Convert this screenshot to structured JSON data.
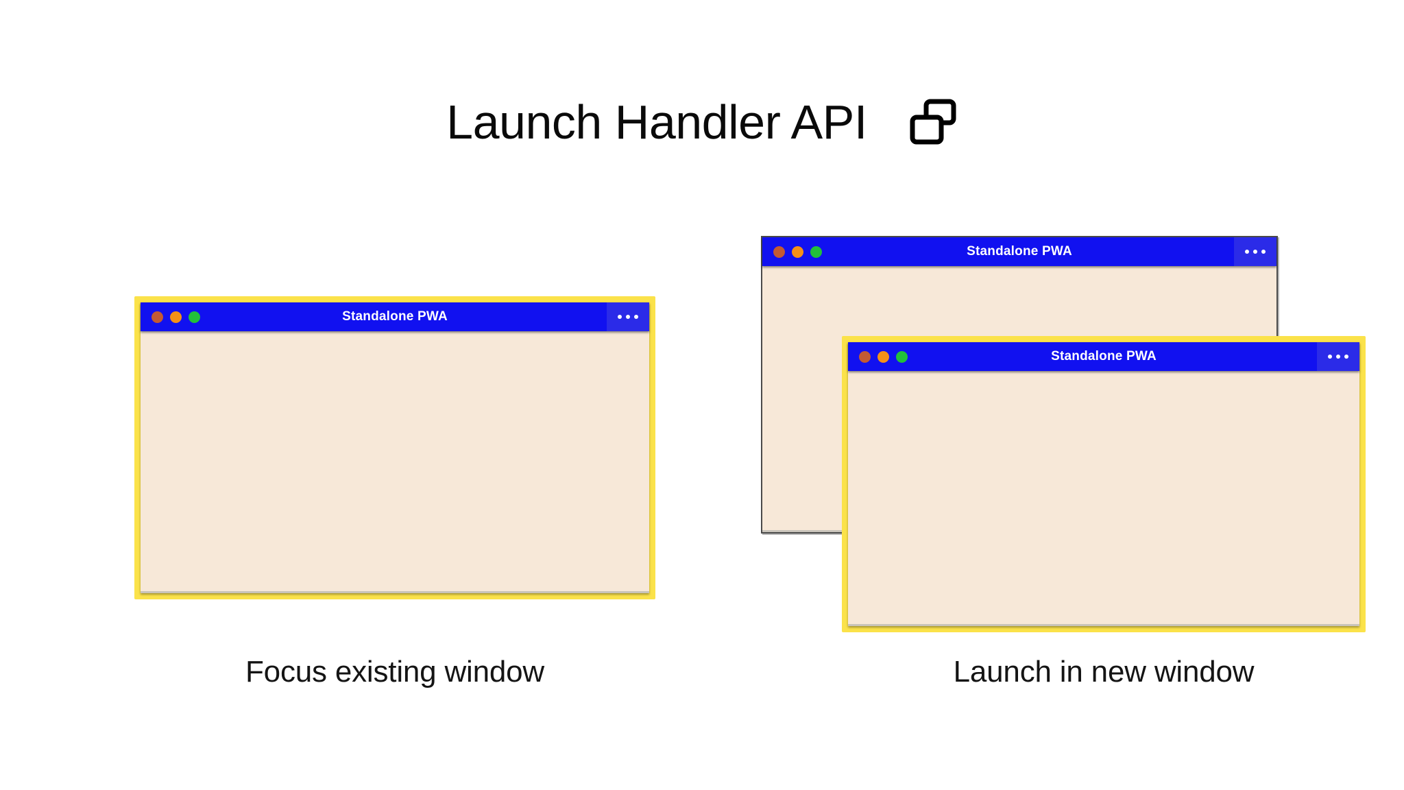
{
  "page": {
    "background_color": "#ffffff",
    "title": "Launch Handler API",
    "title_icon": "multi-window-icon"
  },
  "colors": {
    "titlebar_blue": "#1111f0",
    "menu_blue": "#2b2be8",
    "window_body_cream": "#f7e8d8",
    "highlight_yellow": "#fbe24a",
    "dot_close_red": "#c35a33",
    "dot_minimize_orange": "#f59018",
    "dot_maximize_green": "#22c03a",
    "text_black": "#141414",
    "titlebar_text_white": "#ffffff"
  },
  "scenarios": [
    {
      "id": "focus-existing",
      "caption": "Focus existing window",
      "windows": [
        {
          "id": "focus-window",
          "title": "Standalone PWA",
          "highlighted": true,
          "menu_label": "window-menu"
        }
      ]
    },
    {
      "id": "launch-new",
      "caption": "Launch in new window",
      "windows": [
        {
          "id": "existing-background-window",
          "title": "Standalone PWA",
          "highlighted": false,
          "menu_label": "window-menu"
        },
        {
          "id": "new-foreground-window",
          "title": "Standalone PWA",
          "highlighted": true,
          "menu_label": "window-menu"
        }
      ]
    }
  ],
  "traffic_lights": {
    "close": "close-dot",
    "minimize": "minimize-dot",
    "maximize": "maximize-dot"
  }
}
